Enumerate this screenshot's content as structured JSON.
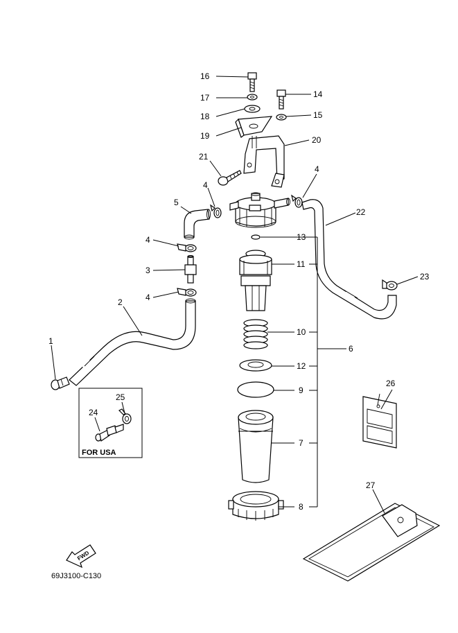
{
  "diagram_code": "69J3100-C130",
  "inset_label": "FOR USA",
  "fwd_label": "FWD",
  "callouts": {
    "c1": "1",
    "c2": "2",
    "c3": "3",
    "c4a": "4",
    "c4b": "4",
    "c4c": "4",
    "c4d": "4",
    "c5": "5",
    "c6": "6",
    "c7": "7",
    "c8": "8",
    "c9": "9",
    "c10": "10",
    "c11": "11",
    "c12": "12",
    "c13": "13",
    "c14": "14",
    "c15": "15",
    "c16": "16",
    "c17": "17",
    "c18": "18",
    "c19": "19",
    "c20": "20",
    "c21": "21",
    "c22": "22",
    "c23": "23",
    "c24": "24",
    "c25": "25",
    "c26": "26",
    "c27": "27"
  }
}
